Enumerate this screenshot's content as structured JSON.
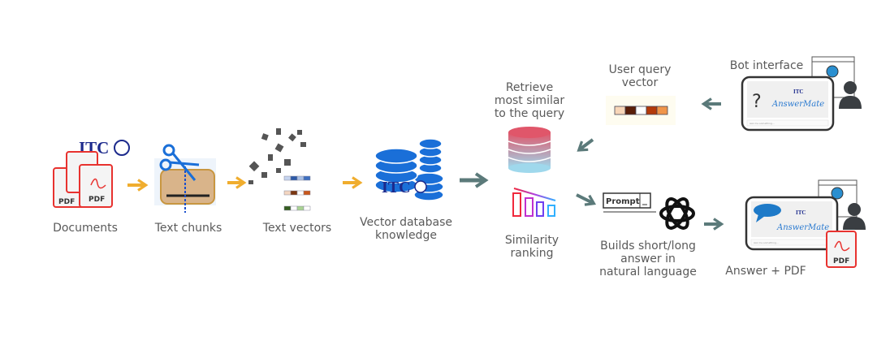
{
  "steps": {
    "documents": "Documents",
    "text_chunks": "Text chunks",
    "text_vectors": "Text vectors",
    "vector_db": [
      "Vector database",
      "knowledge"
    ],
    "retrieve": [
      "Retrieve",
      "most similar",
      "to the query"
    ],
    "similarity": [
      "Similarity",
      "ranking"
    ],
    "user_query": [
      "User query",
      "vector"
    ],
    "bot_interface": "Bot interface",
    "builds": [
      "Builds short/long",
      "answer in",
      "natural language"
    ],
    "answer": "Answer + PDF"
  },
  "logos": {
    "itc": "ITC",
    "answermate": "AnswerMate",
    "pdf": "PDF",
    "prompt": "Prompt",
    "question": "?",
    "chat_placeholder": "Ask me something..."
  },
  "colors": {
    "orange_arrow": "#f0ad2e",
    "gray_arrow": "#5b7a7a",
    "blue_db": "#1a6fd8",
    "pdf_red": "#e8322f",
    "text": "#5a5a5a"
  },
  "icons": [
    "pdf-icon",
    "scissors-icon",
    "vector-bars-icon",
    "database-icon",
    "ranking-chart-icon",
    "openai-logo-icon",
    "user-icon",
    "globe-icon",
    "chat-bubble-icon"
  ]
}
